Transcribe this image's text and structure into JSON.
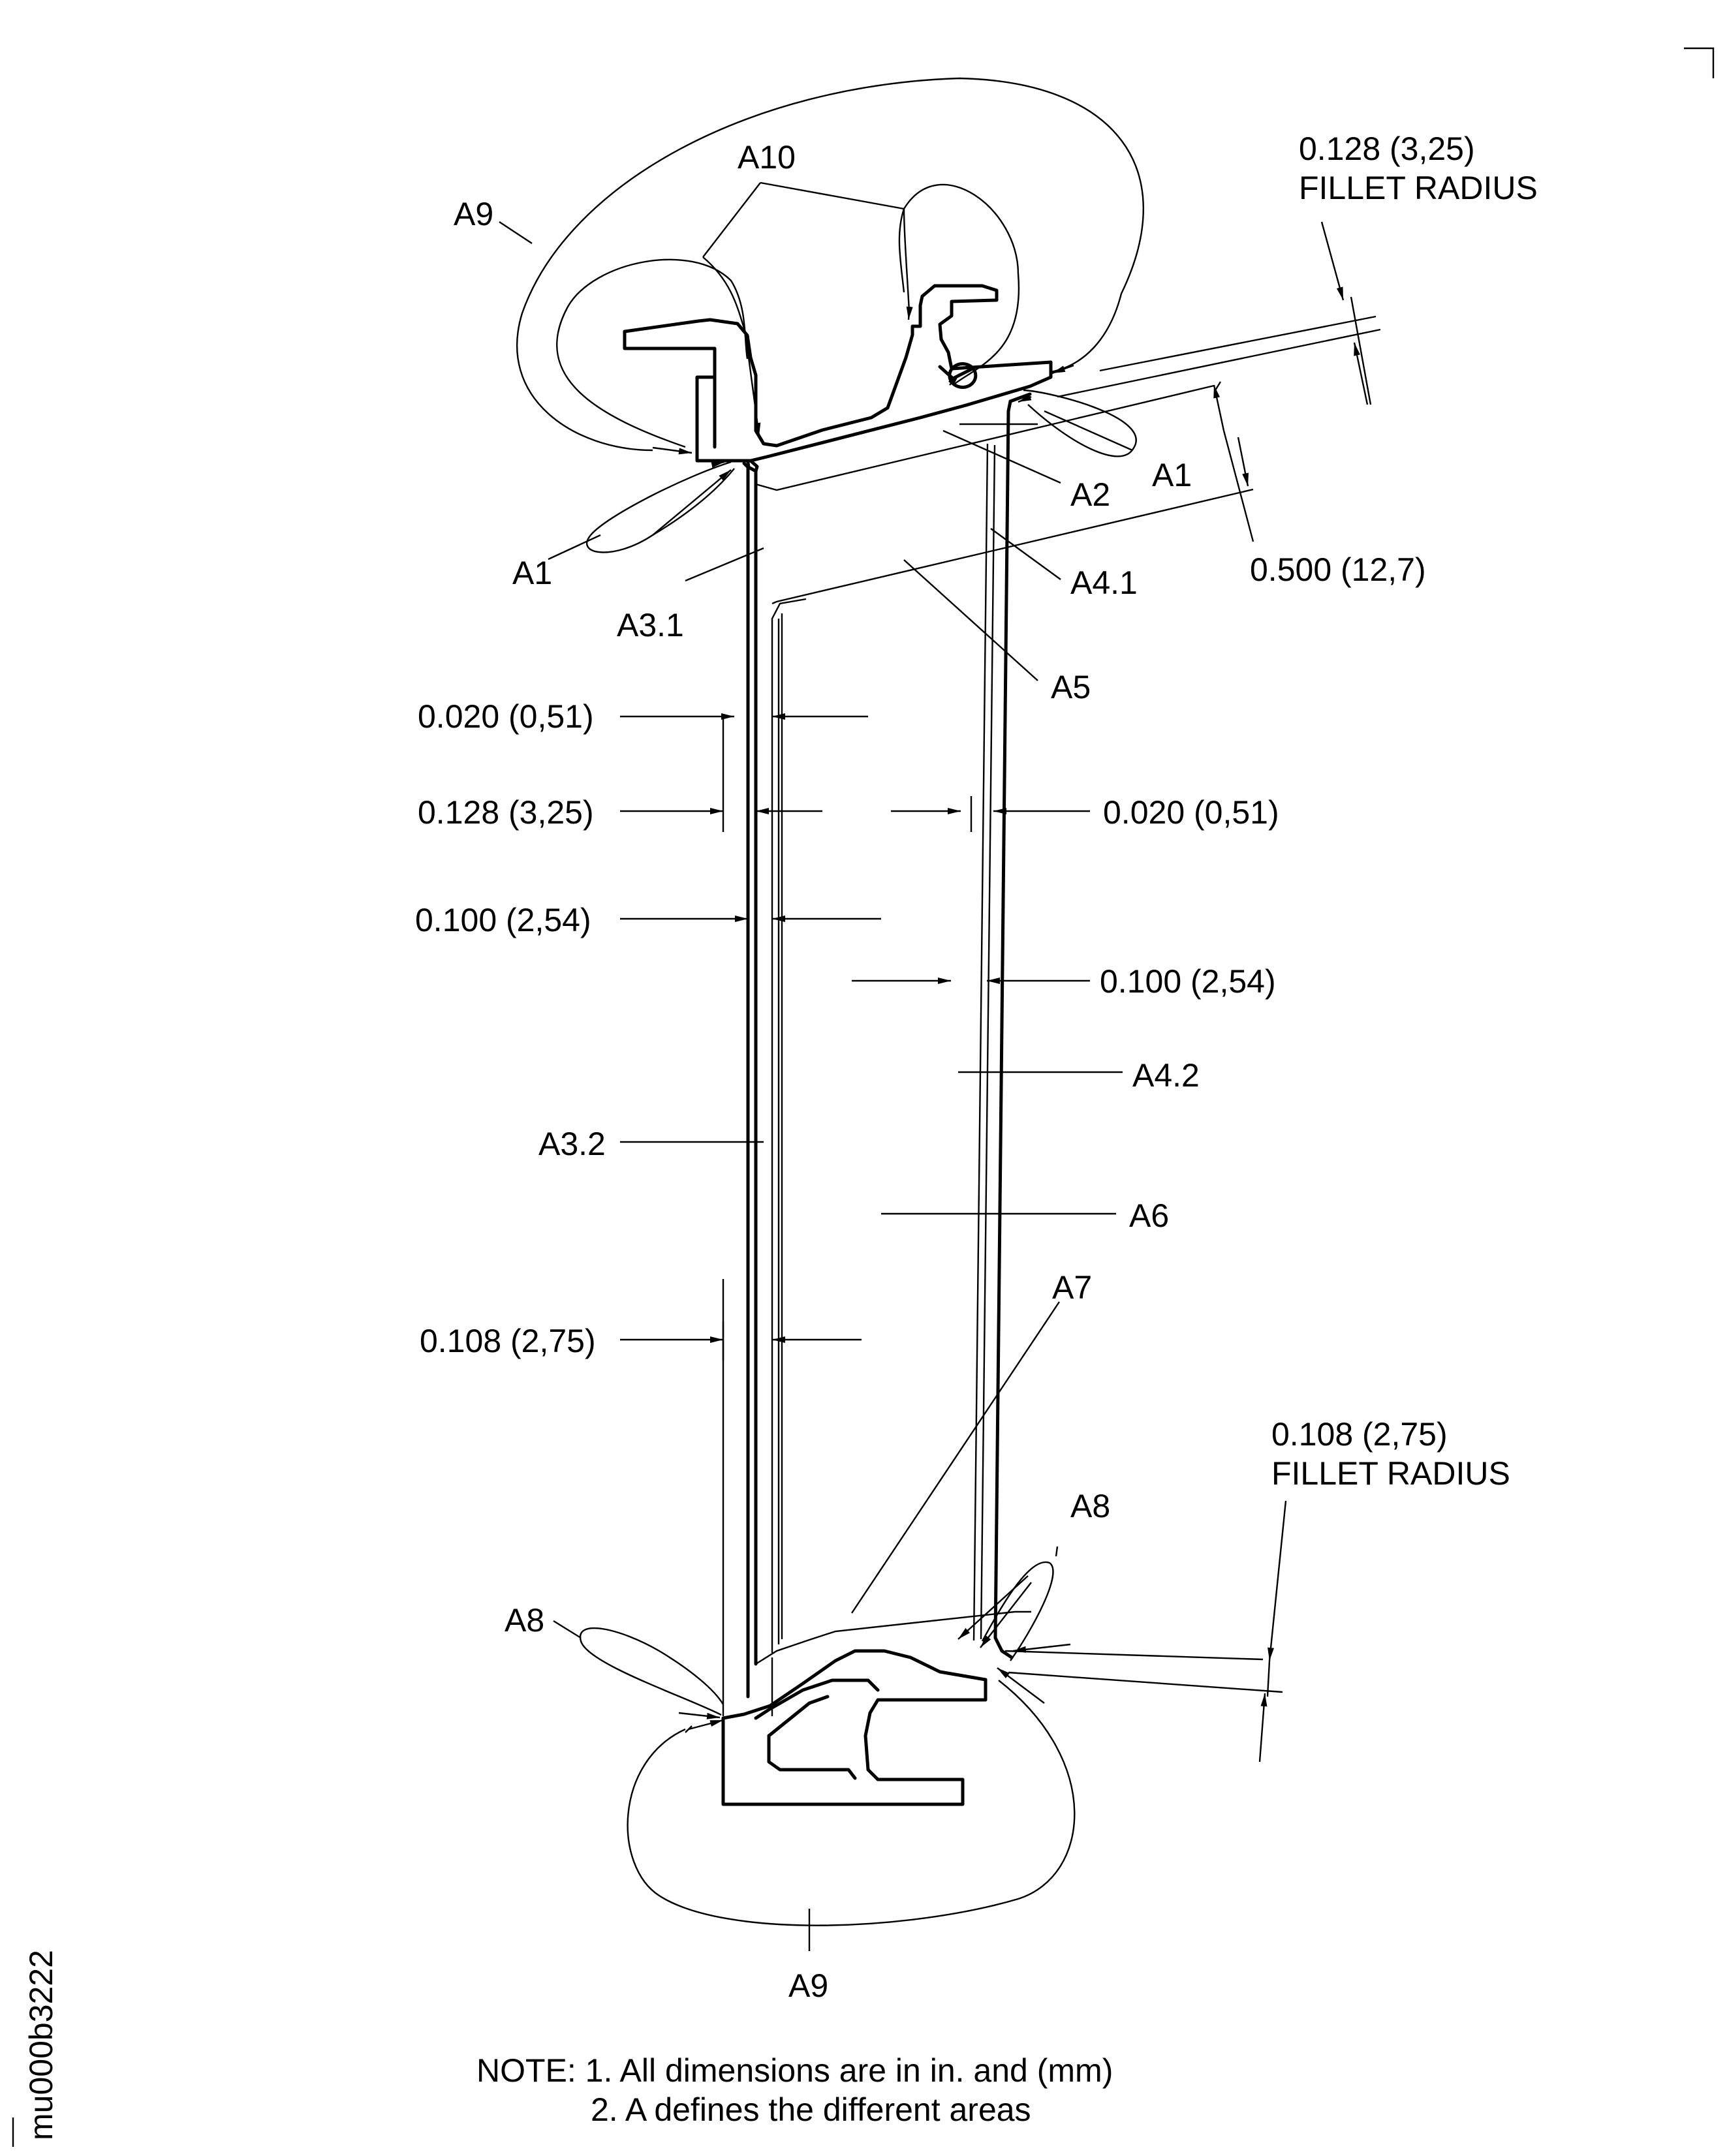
{
  "doc_id": "mu000b3222",
  "labels": {
    "a9_top": "A9",
    "a10": "A10",
    "a1_right": "A1",
    "a1_left": "A1",
    "a2": "A2",
    "a3_1": "A3.1",
    "a4_1": "A4.1",
    "a5": "A5",
    "a3_2": "A3.2",
    "a4_2": "A4.2",
    "a6": "A6",
    "a7": "A7",
    "a8_right": "A8",
    "a8_left": "A8",
    "a9_bottom": "A9"
  },
  "dimensions": {
    "top_fillet_value": "0.128 (3,25)",
    "top_fillet_label": "FILLET RADIUS",
    "flat_length": "0.500 (12,7)",
    "left_020": "0.020 (0,51)",
    "left_128": "0.128 (3,25)",
    "right_020": "0.020 (0,51)",
    "left_100": "0.100 (2,54)",
    "right_100": "0.100 (2,54)",
    "left_108": "0.108 (2,75)",
    "bottom_fillet_value": "0.108 (2,75)",
    "bottom_fillet_label": "FILLET RADIUS"
  },
  "notes": {
    "line1": "NOTE: 1. All dimensions are in in. and (mm)",
    "line2": "2. A defines the different areas"
  }
}
